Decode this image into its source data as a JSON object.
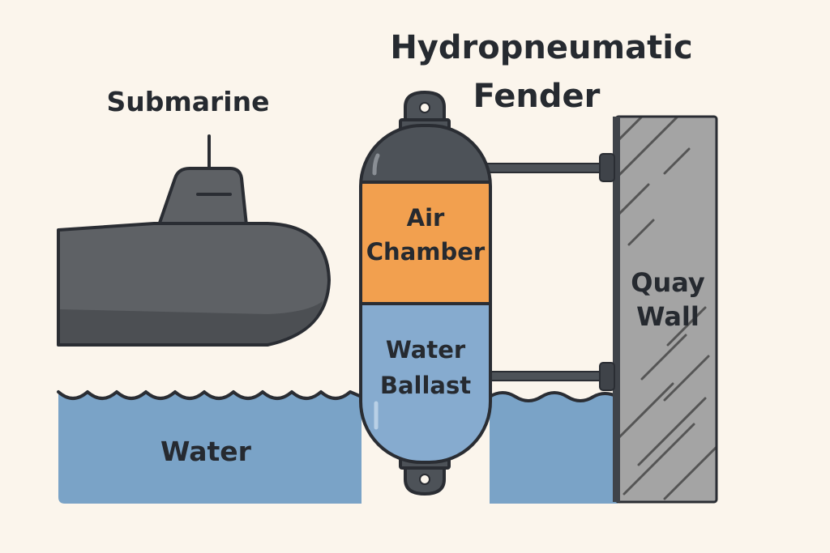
{
  "labels": {
    "title_line1": "Hydropneumatic",
    "title_line2": "Fender",
    "submarine": "Submarine",
    "air_line1": "Air",
    "air_line2": "Chamber",
    "ballast_line1": "Water",
    "ballast_line2": "Ballast",
    "quay_line1": "Quay",
    "quay_line2": "Wall",
    "water": "Water"
  },
  "colors": {
    "background": "#fbf5ec",
    "water": "#7aa3c7",
    "submarine": "#5e6165",
    "fender_cap": "#4d5258",
    "air_chamber": "#f2a04f",
    "water_ballast": "#86abcf",
    "quay_wall": "#a4a4a4",
    "outline": "#2a2d33",
    "text": "#262a30"
  }
}
